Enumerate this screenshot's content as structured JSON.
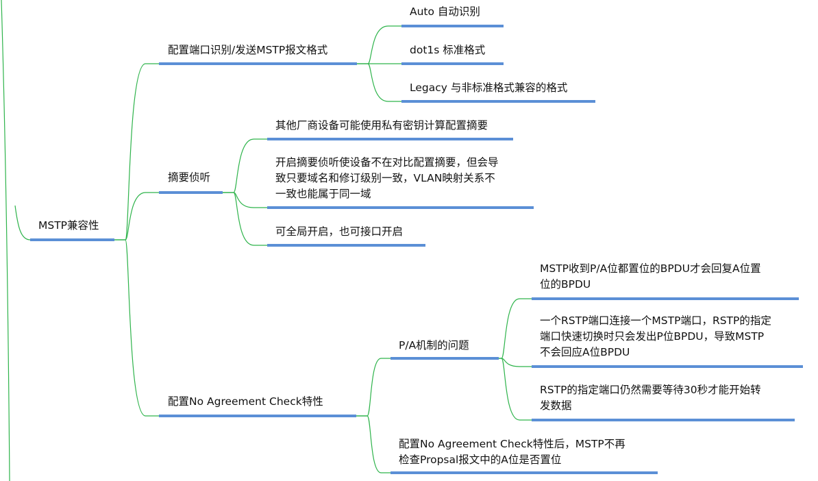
{
  "colors": {
    "connector": "#2db34a",
    "underline": "#5b8fd6",
    "text": "#111111"
  },
  "root": {
    "label": "MSTP兼容性"
  },
  "branches": [
    {
      "label": "配置端口识别/发送MSTP报文格式",
      "children": [
        {
          "lines": [
            "Auto   自动识别"
          ]
        },
        {
          "lines": [
            "dot1s  标准格式"
          ]
        },
        {
          "lines": [
            "Legacy  与非标准格式兼容的格式"
          ]
        }
      ]
    },
    {
      "label": "摘要侦听",
      "children": [
        {
          "lines": [
            "其他厂商设备可能使用私有密钥计算配置摘要"
          ]
        },
        {
          "lines": [
            "开启摘要侦听使设备不在对比配置摘要，但会导",
            "致只要域名和修订级别一致，VLAN映射关系不",
            "一致也能属于同一域"
          ]
        },
        {
          "lines": [
            "可全局开启，也可接口开启"
          ]
        }
      ]
    },
    {
      "label": "配置No Agreement Check特性",
      "children": [
        {
          "label": "P/A机制的问题",
          "children": [
            {
              "lines": [
                "MSTP收到P/A位都置位的BPDU才会回复A位置",
                "位的BPDU"
              ]
            },
            {
              "lines": [
                "一个RSTP端口连接一个MSTP端口，RSTP的指定",
                "端口快速切换时只会发出P位BPDU，导致MSTP",
                "不会回应A位BPDU"
              ]
            },
            {
              "lines": [
                "RSTP的指定端口仍然需要等待30秒才能开始转",
                "发数据"
              ]
            }
          ]
        },
        {
          "lines": [
            "配置No Agreement Check特性后，MSTP不再",
            "检查Propsal报文中的A位是否置位"
          ]
        }
      ]
    }
  ]
}
